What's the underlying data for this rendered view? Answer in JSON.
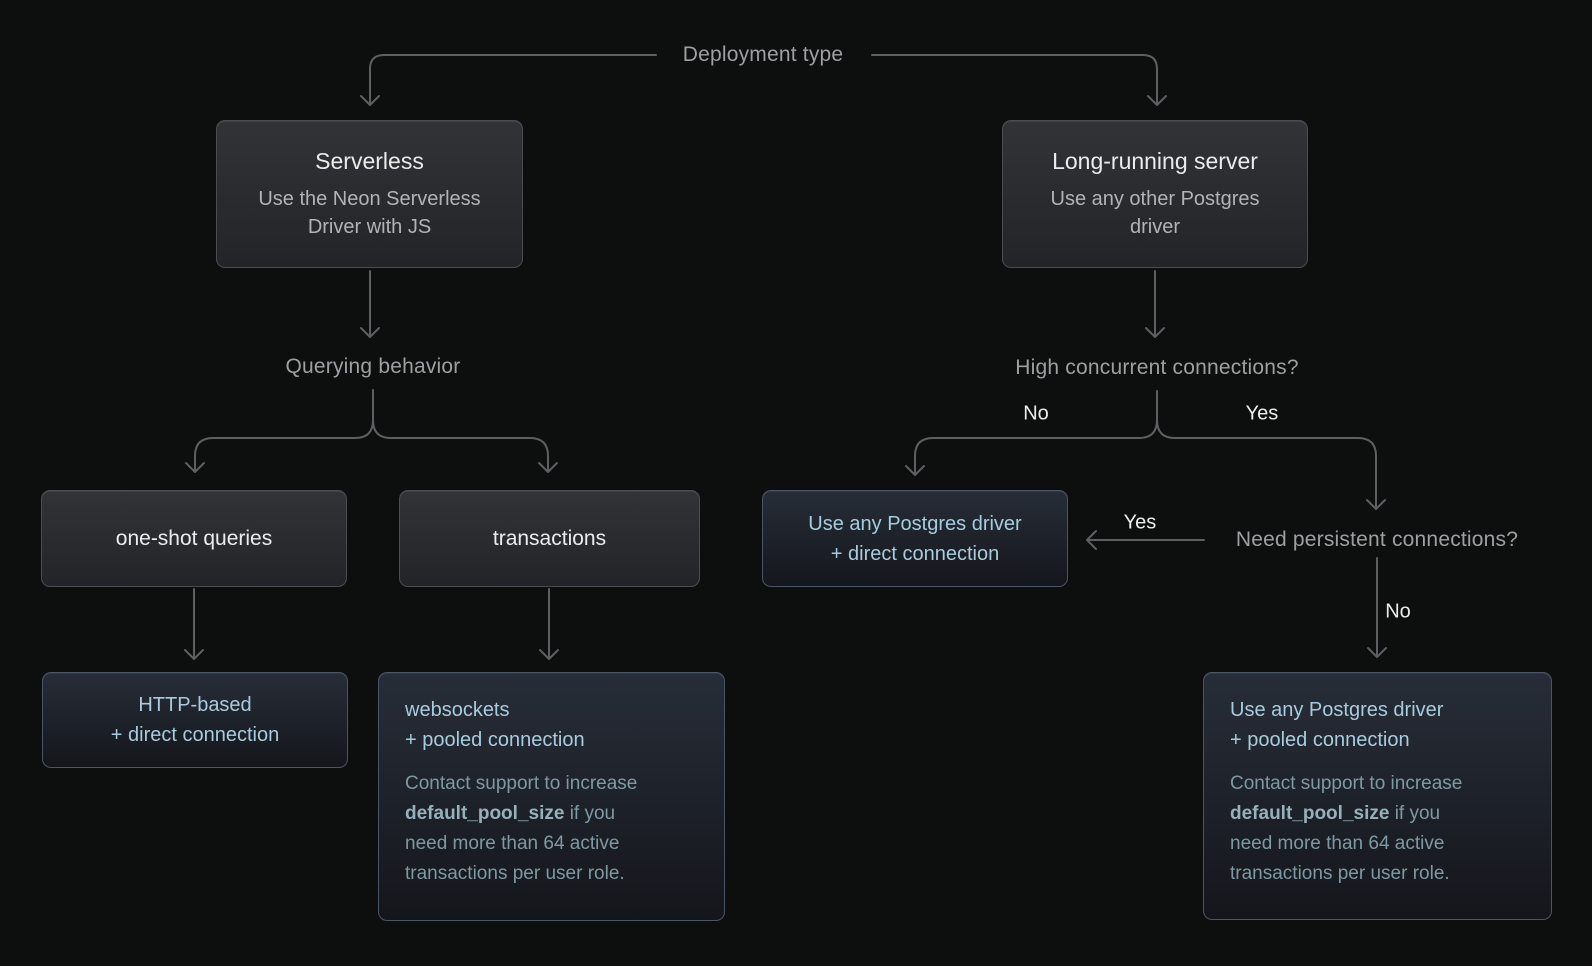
{
  "diagram": {
    "root_label": "Deployment type",
    "left": {
      "serverless": {
        "title": "Serverless",
        "subtitle": "Use the Neon Serverless Driver with JS"
      },
      "querying_label": "Querying behavior",
      "one_shot_label": "one-shot queries",
      "transactions_label": "transactions",
      "http_based": {
        "line1": "HTTP-based",
        "line2": "+ direct connection"
      },
      "websockets": {
        "line1": "websockets",
        "line2": "+ pooled connection",
        "note_pre": "Contact support to increase ",
        "note_bold": "default_pool_size",
        "note_post": " if you need more than 64 active transactions per user role."
      }
    },
    "right": {
      "long_running": {
        "title": "Long-running server",
        "subtitle": "Use any other Postgres driver"
      },
      "high_concurrent_label": "High concurrent connections?",
      "branch_no": "No",
      "branch_yes": "Yes",
      "direct_box": {
        "line1": "Use any Postgres driver",
        "line2": "+ direct connection"
      },
      "persistent_label": "Need persistent connections?",
      "persistent_yes": "Yes",
      "persistent_no": "No",
      "pooled_box": {
        "line1": "Use any Postgres driver",
        "line2": "+ pooled connection",
        "note_pre": "Contact support to increase ",
        "note_bold": "default_pool_size",
        "note_post": " if you need more than 64 active transactions per user role."
      }
    }
  },
  "colors": {
    "background": "#0d0e0e",
    "connector": "#5d5f63",
    "label_text": "#9da0a3",
    "edge_label_text": "#ececec",
    "box_title": "#ebebeb",
    "box_subtitle": "#b1b3b6",
    "neutral_box_border": "#4b4d51",
    "blue_box_border": "#4b5663",
    "blue_text": "#a7ccdd",
    "note_text": "#7f99a4",
    "note_bold_text": "#97b1bb"
  }
}
